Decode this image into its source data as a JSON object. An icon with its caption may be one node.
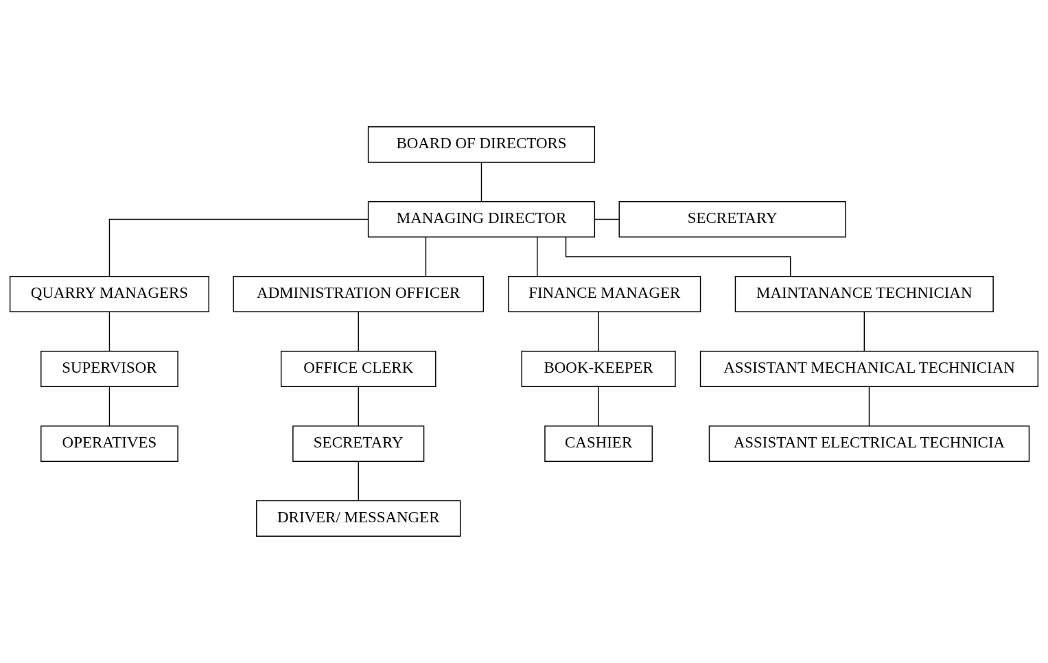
{
  "diagram": {
    "nodes": [
      {
        "text": [
          "BOARD OF DIRECTORS"
        ]
      },
      {
        "text": [
          "MANAGING DIRECTOR"
        ]
      },
      {
        "text": [
          "SECRETARY"
        ]
      },
      {
        "text": [
          "QUARRY MANAGERS"
        ]
      },
      {
        "text": [
          "ADMINISTRATION OFFICER"
        ]
      },
      {
        "text": [
          "FINANCE MANAGER"
        ]
      },
      {
        "text": [
          "MAINTANANCE TECHNICIAN"
        ]
      },
      {
        "text": [
          "SUPERVISOR"
        ]
      },
      {
        "text": [
          "OFFICE CLERK"
        ]
      },
      {
        "text": [
          "BOOK-KEEPER"
        ]
      },
      {
        "text": [
          "ASSISTANT MECHANICAL TECHNICIAN"
        ]
      },
      {
        "text": [
          "OPERATIVES"
        ]
      },
      {
        "text": [
          "SECRETARY"
        ]
      },
      {
        "text": [
          "CASHIER"
        ]
      },
      {
        "text": [
          "ASSISTANT ELECTRICAL TECHNICIA"
        ]
      },
      {
        "text": [
          "DRIVER/ MESSANGER"
        ]
      }
    ],
    "edges": [
      {
        "from": 0,
        "to": 1,
        "arrow": "none"
      },
      {
        "from": 1,
        "to": 2,
        "arrow": "none"
      },
      {
        "from": 1,
        "to": 3,
        "arrow": "none"
      },
      {
        "from": 1,
        "to": 4,
        "arrow": "none"
      },
      {
        "from": 1,
        "to": 5,
        "arrow": "none"
      },
      {
        "from": 1,
        "to": 6,
        "arrow": "none"
      },
      {
        "from": 3,
        "to": 7,
        "arrow": "none"
      },
      {
        "from": 7,
        "to": 11,
        "arrow": "none"
      },
      {
        "from": 4,
        "to": 8,
        "arrow": "none"
      },
      {
        "from": 8,
        "to": 12,
        "arrow": "none"
      },
      {
        "from": 12,
        "to": 15,
        "arrow": "none"
      },
      {
        "from": 5,
        "to": 9,
        "arrow": "none"
      },
      {
        "from": 9,
        "to": 13,
        "arrow": "none"
      },
      {
        "from": 6,
        "to": 10,
        "arrow": "none"
      },
      {
        "from": 10,
        "to": 14,
        "arrow": "none"
      }
    ]
  }
}
